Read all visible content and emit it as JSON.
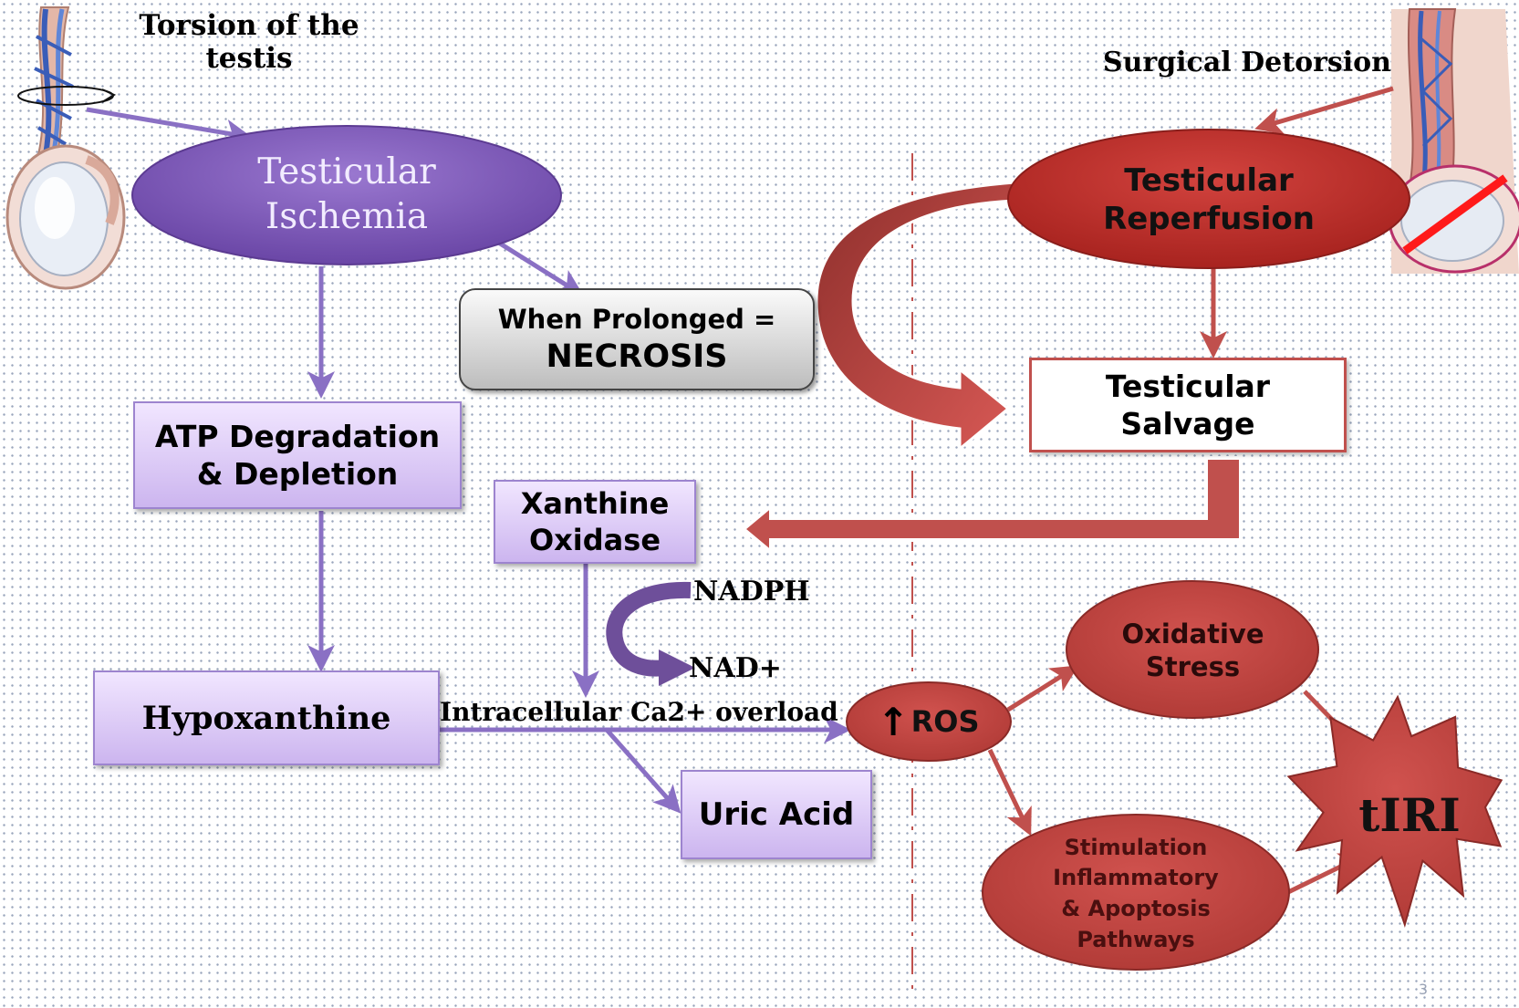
{
  "labels": {
    "torsion": "Torsion of the testis",
    "detorsion": "Surgical Detorsion",
    "ischemia": "Testicular\nIschemia",
    "reperfusion": "Testicular\nReperfusion",
    "necrosis_prefix": "When Prolonged =",
    "necrosis": "NECROSIS",
    "atp": "ATP Degradation\n& Depletion",
    "salvage": "Testicular\nSalvage",
    "xanthine_oxidase": "Xanthine\nOxidase",
    "nadph": "NADPH",
    "nad": "NAD+",
    "hypoxanthine": "Hypoxanthine",
    "calcium": "Intracellular Ca2+ overload",
    "ros_arrow": "↑",
    "ros": "ROS",
    "oxidative": "Oxidative\nStress",
    "uric_acid": "Uric Acid",
    "stimulation": "Stimulation\nInflammatory\n& Apoptosis\nPathways",
    "tiri": "tIRI",
    "page_number": "3"
  },
  "colors": {
    "purple_arrow": "#8a70c4",
    "red": "#c0504d",
    "ischemia_fill": "#7b55b5",
    "reperfusion_fill": "#b8302c"
  }
}
